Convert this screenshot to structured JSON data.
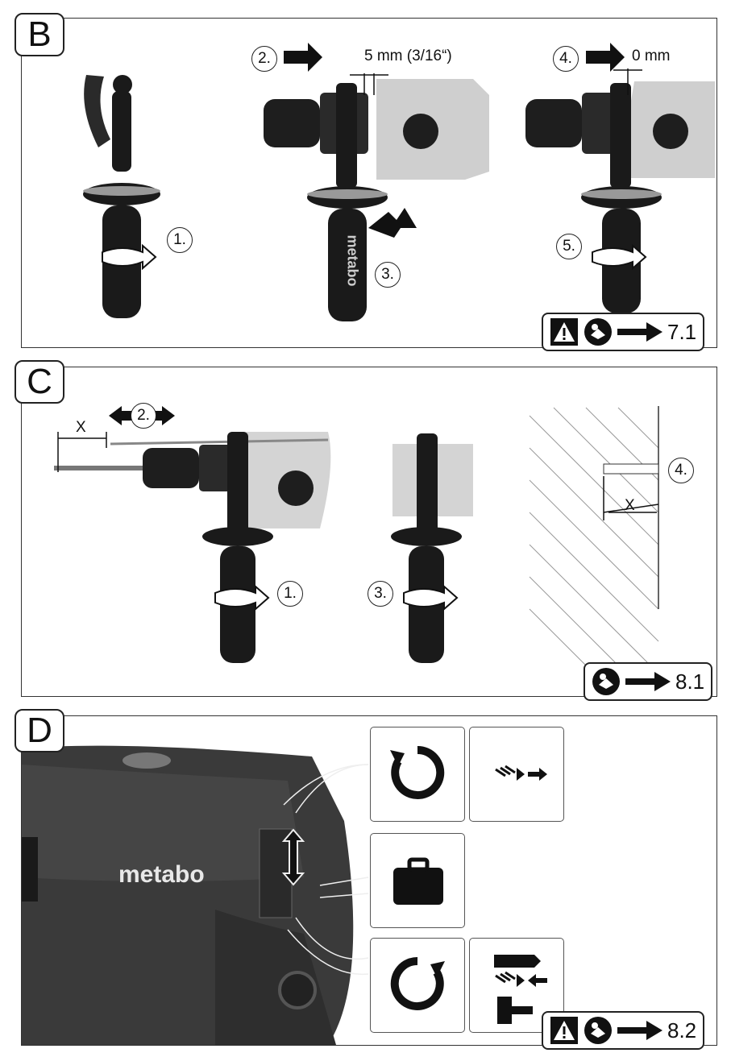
{
  "panels": {
    "B": {
      "label": "B",
      "steps": [
        "1.",
        "2.",
        "3.",
        "4.",
        "5."
      ],
      "gap_label_1": "5 mm (3/16“)",
      "gap_label_2": "0 mm",
      "handle_brand": "metabo",
      "ref": "7.1"
    },
    "C": {
      "label": "C",
      "steps": [
        "1.",
        "2.",
        "3.",
        "4."
      ],
      "depth_label": "X",
      "ref": "8.1"
    },
    "D": {
      "label": "D",
      "brand": "metabo",
      "ref": "8.2"
    }
  }
}
